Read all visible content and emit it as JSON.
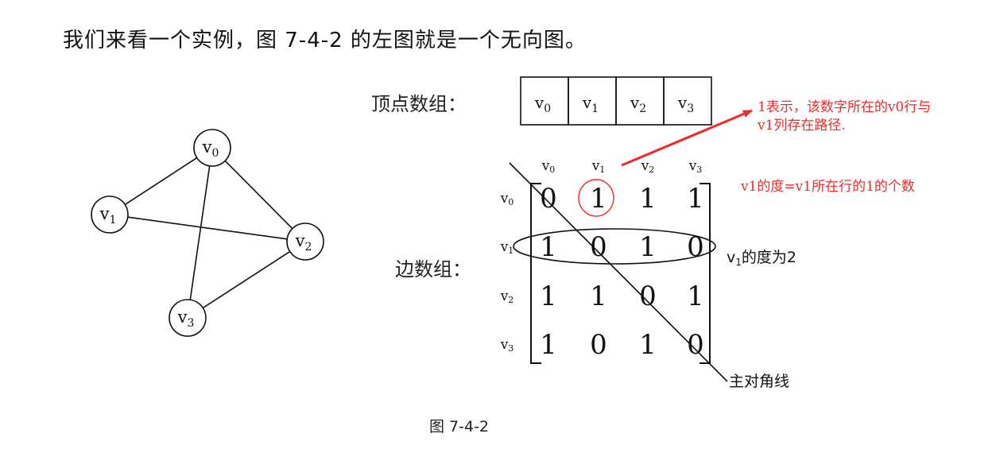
{
  "intro_text": "我们来看一个实例，图 7-4-2 的左图就是一个无向图。",
  "vertex_array_label": "顶点数组：",
  "edge_array_label": "边数组：",
  "vertices": [
    {
      "base": "v",
      "sub": "0"
    },
    {
      "base": "v",
      "sub": "1"
    },
    {
      "base": "v",
      "sub": "2"
    },
    {
      "base": "v",
      "sub": "3"
    }
  ],
  "edges": [
    [
      0,
      1
    ],
    [
      0,
      2
    ],
    [
      0,
      3
    ],
    [
      1,
      2
    ],
    [
      2,
      3
    ]
  ],
  "matrix": [
    [
      "0",
      "1",
      "1",
      "1"
    ],
    [
      "1",
      "0",
      "1",
      "0"
    ],
    [
      "1",
      "1",
      "0",
      "1"
    ],
    [
      "1",
      "0",
      "1",
      "0"
    ]
  ],
  "degree_note": {
    "base": "v",
    "sub": "1",
    "text": "的度为2"
  },
  "diagonal_label": "主对角线",
  "annotation_color": "#ee2b2b",
  "annotation_top": [
    "1表示，该数字所在的v0行与",
    "v1列存在路径."
  ],
  "annotation_right": "v1的度=v1所在行的1的个数",
  "caption": "图 7-4-2"
}
